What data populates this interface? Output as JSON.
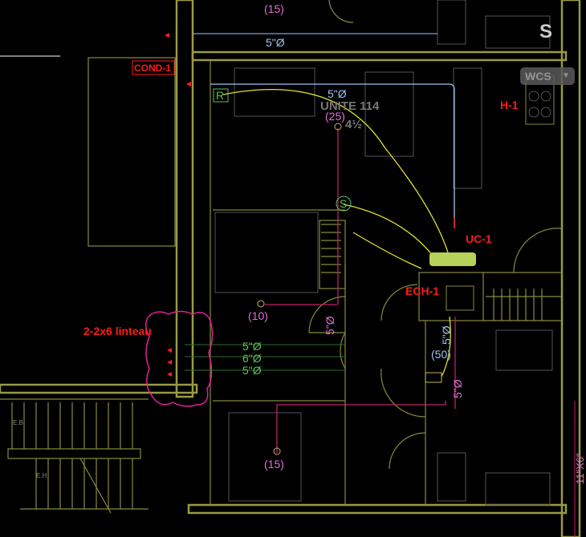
{
  "unit": {
    "name": "UNITE 114",
    "type": "4½"
  },
  "equipment": {
    "cond": "COND-1",
    "uc": "UC-1",
    "ech": "ECH-1",
    "h": "H-1",
    "linteau": "2-2x6 linteau"
  },
  "diffusers": {
    "top": "(15)",
    "kitchen": "(25)",
    "bed1": "(10)",
    "bath": "(50)",
    "bed2": "(15)"
  },
  "markers": {
    "return": "R",
    "supply": "S"
  },
  "ducts": {
    "top": "5\"Ø",
    "kitchen": "5\"Ø",
    "vertical_pink": "5\"Ø",
    "bath_blue": "5\"Ø",
    "bath_pink": "5\"Ø",
    "green1": "5\"Ø",
    "green2": "6\"Ø",
    "green3": "5\"Ø"
  },
  "stairs": {
    "up": "E.B",
    "down": "E.H"
  },
  "dimension": "11\"X6\"",
  "viewcube": {
    "wcs": "WCS",
    "compass": "S"
  },
  "colors": {
    "wall": "#8a8a3c",
    "supply": "#9cc4ee",
    "return_pink": "#c0206a",
    "flex": "#e0e030",
    "label": "#ff1a1a"
  }
}
